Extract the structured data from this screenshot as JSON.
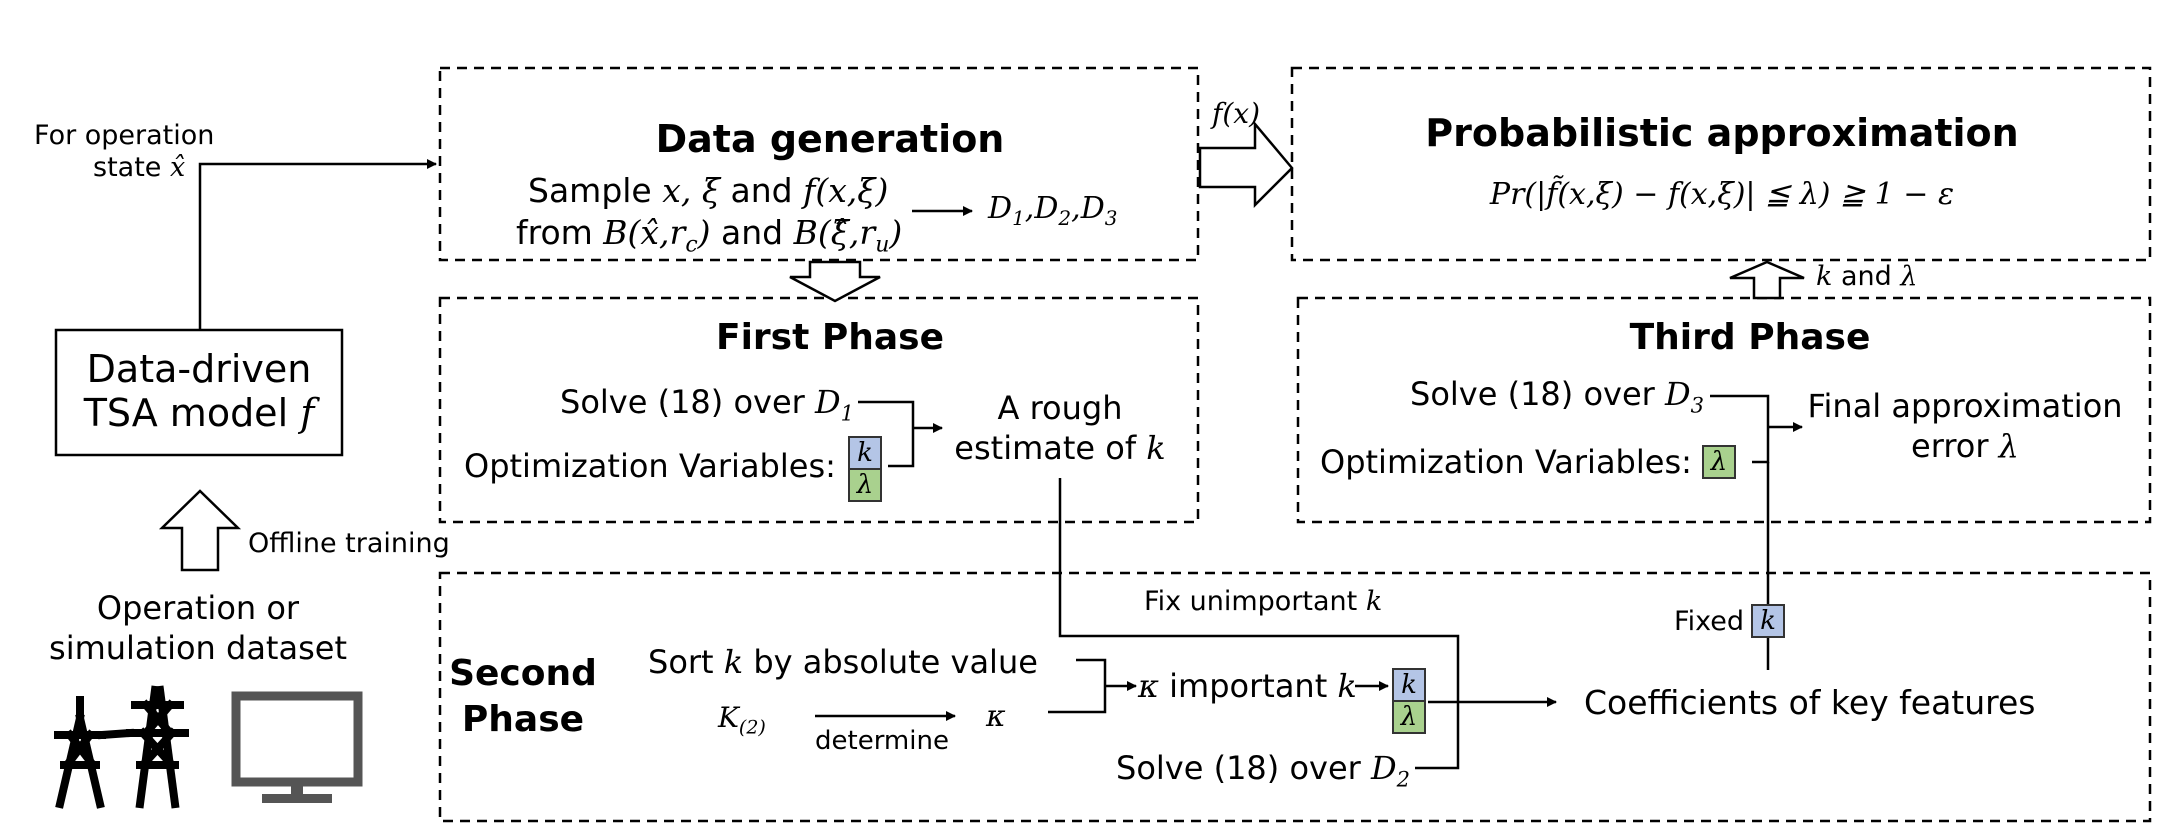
{
  "left": {
    "for_operation": "For operation",
    "state": "state",
    "state_symbol": "x̂",
    "model_line1": "Data-driven",
    "model_line2": "TSA model",
    "model_symbol": "f",
    "offline_training": "Offline training",
    "dataset_line1": "Operation or",
    "dataset_line2": "simulation dataset"
  },
  "data_generation": {
    "title": "Data generation",
    "sample_pre": "Sample",
    "sample_vars": "x, ξ",
    "and": "and",
    "sample_f": "f(x,ξ)",
    "from_pre": "from",
    "ball1": "B(x̂,r",
    "ball1_sub": "c",
    "ball2": "B(ξ̂,r",
    "ball2_sub": "u",
    "close_paren": ")",
    "datasets": "D",
    "d_subs": [
      "1",
      "2",
      "3"
    ]
  },
  "fx_label": "f(x)",
  "probabilistic": {
    "title": "Probabilistic approximation",
    "formula": "Pr(|f̃(x,ξ) − f(x,ξ)| ≦ λ) ≧ 1 − ε"
  },
  "k_and_lambda": {
    "k": "k",
    "and": "and",
    "lambda": "λ"
  },
  "first_phase": {
    "title": "First Phase",
    "solve_text": "Solve (18) over",
    "solve_d": "D",
    "solve_sub": "1",
    "opt_vars": "Optimization Variables:",
    "k": "k",
    "lambda": "λ",
    "rough_line1": "A rough",
    "rough_line2": "estimate of",
    "rough_k": "k"
  },
  "third_phase": {
    "title": "Third Phase",
    "solve_text": "Solve (18) over",
    "solve_d": "D",
    "solve_sub": "3",
    "opt_vars": "Optimization Variables:",
    "lambda": "λ",
    "final_line1": "Final approximation",
    "final_line2": "error",
    "final_lambda": "λ"
  },
  "second_phase": {
    "title_line1": "Second",
    "title_line2": "Phase",
    "sort_pre": "Sort",
    "sort_k": "k",
    "sort_post": "by absolute value",
    "K2": "K",
    "K2_sub": "(2)",
    "determine": "determine",
    "kappa": "κ",
    "important_kappa": "κ",
    "important": "important",
    "important_k": "k",
    "k": "k",
    "lambda": "λ",
    "solve_text": "Solve (18) over",
    "solve_d": "D",
    "solve_sub": "2",
    "fix_unimportant": "Fix unimportant",
    "fix_k": "k",
    "fixed": "Fixed",
    "fixed_k": "k",
    "coefficients": "Coefficients of key features"
  }
}
